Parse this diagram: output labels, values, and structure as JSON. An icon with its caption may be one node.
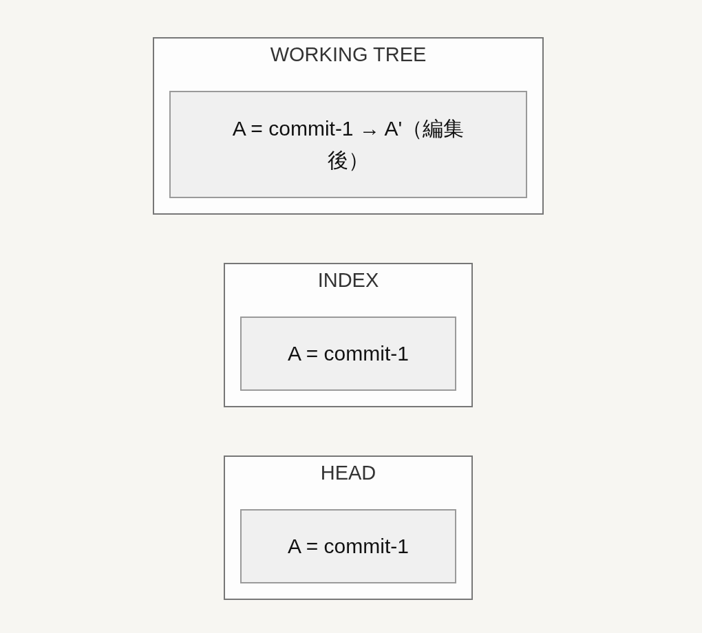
{
  "diagram": {
    "nodes": [
      {
        "text": [
          "WORKING TREE"
        ]
      },
      {
        "text": [
          "A = commit-1 → A'（編集後）"
        ],
        "in": 0
      },
      {
        "text": [
          "INDEX"
        ]
      },
      {
        "text": [
          "A = commit-1"
        ],
        "in": 2
      },
      {
        "text": [
          "HEAD"
        ]
      },
      {
        "text": [
          "A = commit-1"
        ],
        "in": 4
      }
    ]
  }
}
